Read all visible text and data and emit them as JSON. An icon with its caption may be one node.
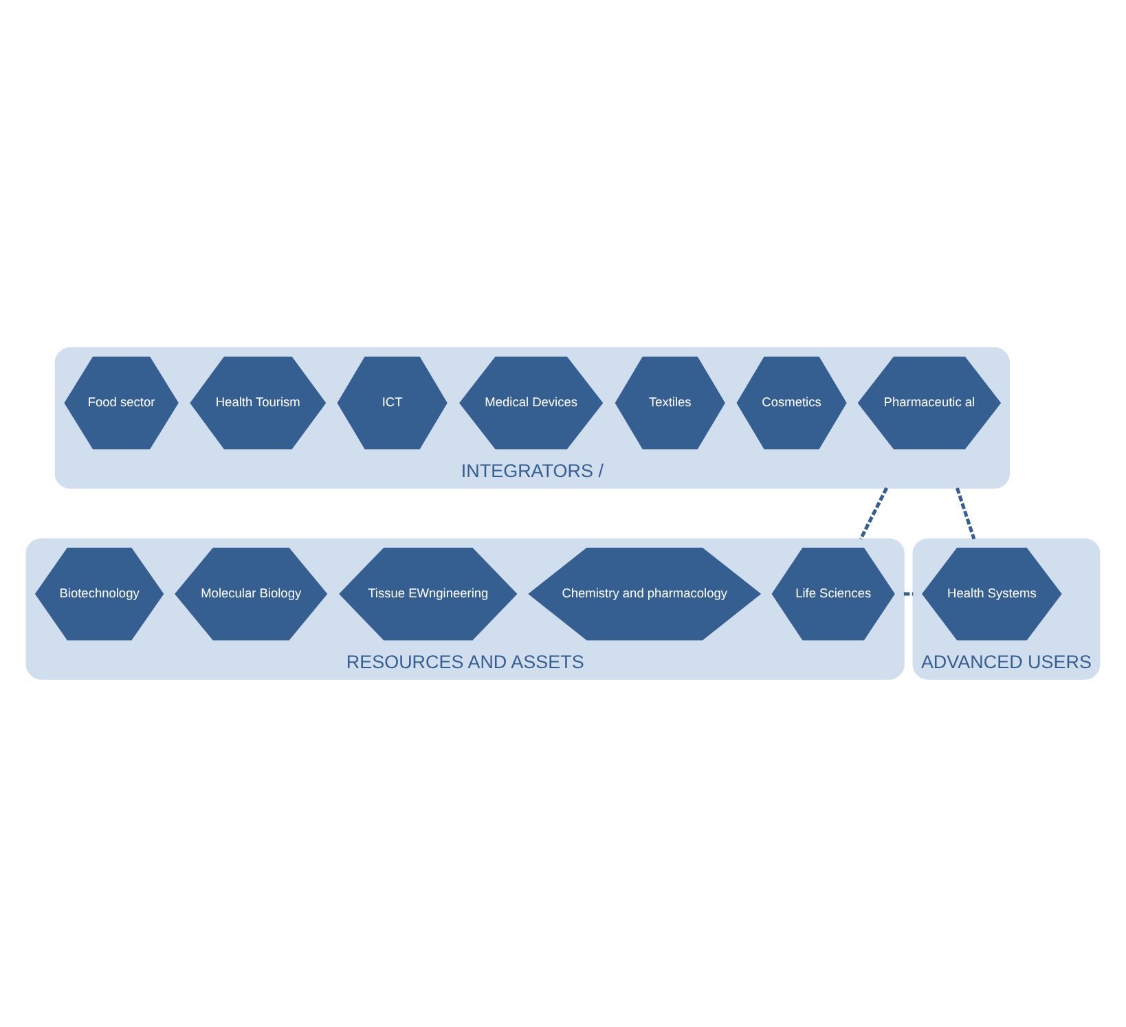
{
  "diagram": {
    "nodes": [
      {
        "text": [
          "INTEGRATORS /"
        ]
      },
      {
        "text": [
          "Pharmaceutic al"
        ],
        "in": 0
      },
      {
        "text": [
          "Cosmetics"
        ],
        "in": 0
      },
      {
        "text": [
          "Textiles"
        ],
        "in": 0
      },
      {
        "text": [
          "Medical Devices"
        ],
        "in": 0
      },
      {
        "text": [
          "ICT"
        ],
        "in": 0
      },
      {
        "text": [
          "Health Tourism"
        ],
        "in": 0
      },
      {
        "text": [
          "Food sector"
        ],
        "in": 0
      },
      {
        "text": [
          "RESOURCES AND ASSETS"
        ]
      },
      {
        "text": [
          "Life Sciences"
        ],
        "in": 8
      },
      {
        "text": [
          "Chemistry and pharmacology"
        ],
        "in": 8
      },
      {
        "text": [
          "Tissue EWngineering"
        ],
        "in": 8
      },
      {
        "text": [
          "Molecular Biology"
        ],
        "in": 8
      },
      {
        "text": [
          "Biotechnology"
        ],
        "in": 8
      },
      {
        "text": [
          "ADVANCED USERS"
        ]
      },
      {
        "text": [
          "Health Systems"
        ],
        "in": 14
      }
    ],
    "edges": [
      {
        "from": 0,
        "to": 8,
        "arrow": "none",
        "style": "dashed"
      },
      {
        "from": 0,
        "to": 14,
        "arrow": "none",
        "style": "dashed"
      },
      {
        "from": 8,
        "to": 14,
        "arrow": "none",
        "style": "dashed"
      }
    ]
  }
}
